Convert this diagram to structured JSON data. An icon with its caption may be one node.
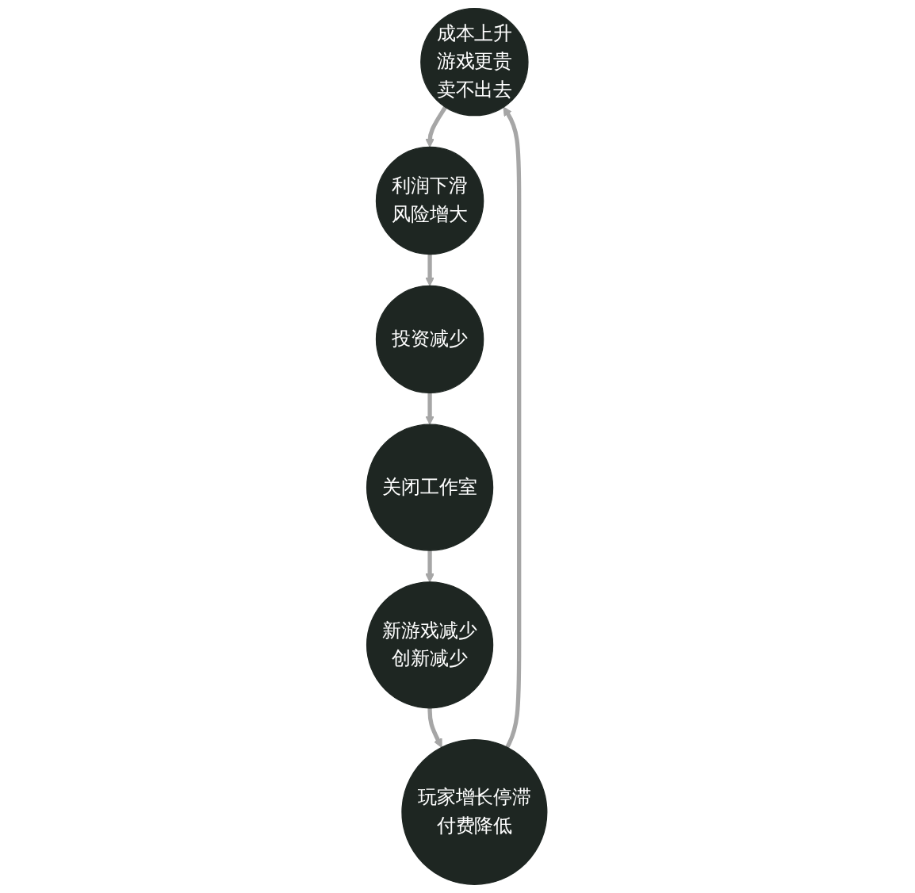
{
  "diagram": {
    "nodes": [
      {
        "text": [
          "成本上升",
          "游戏更贵",
          "卖不出去"
        ]
      },
      {
        "text": [
          "利润下滑",
          "风险增大"
        ]
      },
      {
        "text": [
          "投资减少"
        ]
      },
      {
        "text": [
          "关闭工作室"
        ]
      },
      {
        "text": [
          "新游戏减少",
          "创新减少"
        ]
      },
      {
        "text": [
          "玩家增长停滞",
          "付费降低"
        ]
      }
    ],
    "edges": [
      {
        "from": 0,
        "to": 1,
        "arrow": "to"
      },
      {
        "from": 1,
        "to": 2,
        "arrow": "to"
      },
      {
        "from": 2,
        "to": 3,
        "arrow": "to"
      },
      {
        "from": 3,
        "to": 4,
        "arrow": "to"
      },
      {
        "from": 4,
        "to": 5,
        "arrow": "to"
      },
      {
        "from": 5,
        "to": 0,
        "arrow": "to"
      }
    ]
  }
}
